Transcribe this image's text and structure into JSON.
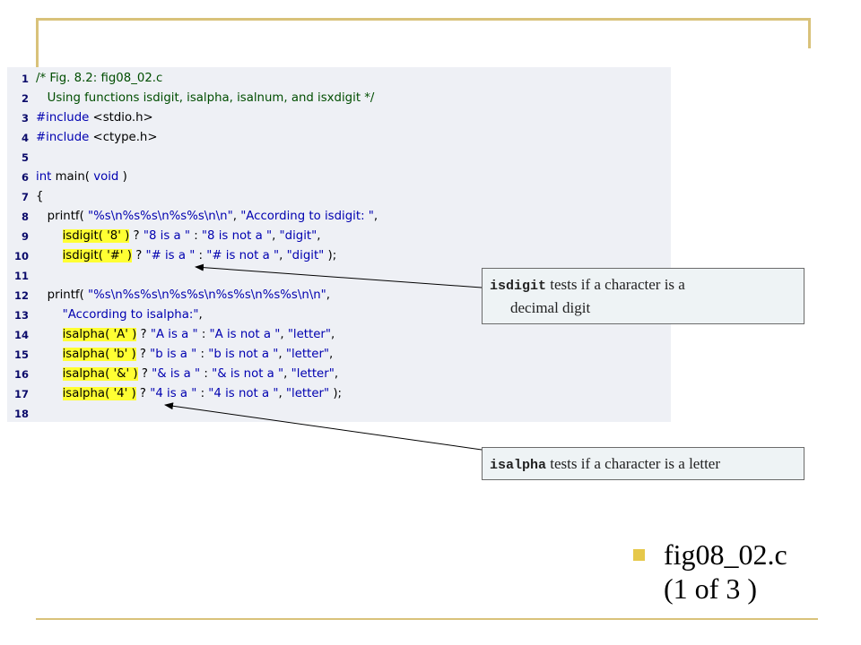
{
  "code_lines": [
    {
      "num": "1",
      "text": "/* Fig. 8.2: fig08_02.c"
    },
    {
      "num": "2",
      "text": "   Using functions isdigit, isalpha, isalnum, and isxdigit */"
    },
    {
      "num": "3",
      "text": "#include <stdio.h>"
    },
    {
      "num": "4",
      "text": "#include <ctype.h>"
    },
    {
      "num": "5",
      "text": ""
    },
    {
      "num": "6",
      "text": "int main( void )"
    },
    {
      "num": "7",
      "text": "{"
    },
    {
      "num": "8",
      "text": "   printf( \"%s\\n%s%s\\n%s%s\\n\\n\", \"According to isdigit: \","
    },
    {
      "num": "9",
      "text": "       isdigit( '8' ) ? \"8 is a \" : \"8 is not a \", \"digit\","
    },
    {
      "num": "10",
      "text": "       isdigit( '#' ) ? \"# is a \" : \"# is not a \", \"digit\" );"
    },
    {
      "num": "11",
      "text": ""
    },
    {
      "num": "12",
      "text": "   printf( \"%s\\n%s%s\\n%s%s\\n%s%s\\n%s%s\\n\\n\","
    },
    {
      "num": "13",
      "text": "       \"According to isalpha:\","
    },
    {
      "num": "14",
      "text": "       isalpha( 'A' ) ? \"A is a \" : \"A is not a \", \"letter\","
    },
    {
      "num": "15",
      "text": "       isalpha( 'b' ) ? \"b is a \" : \"b is not a \", \"letter\","
    },
    {
      "num": "16",
      "text": "       isalpha( '&' ) ? \"& is a \" : \"& is not a \", \"letter\","
    },
    {
      "num": "17",
      "text": "       isalpha( '4' ) ? \"4 is a \" : \"4 is not a \", \"letter\" );"
    },
    {
      "num": "18",
      "text": ""
    }
  ],
  "callouts": {
    "isdigit": {
      "code": "isdigit",
      "text": " tests if a character is a",
      "cont": "decimal digit"
    },
    "isalpha": {
      "code": "isalpha",
      "text": " tests if a character is a letter"
    }
  },
  "bullet": {
    "line1": "fig08_02.c",
    "line2": "(1 of 3 )"
  },
  "colors": {
    "accent": "#d9c27a",
    "bullet": "#e6c84a",
    "highlight": "#ffff33",
    "code_bg": "#eef0f5"
  }
}
